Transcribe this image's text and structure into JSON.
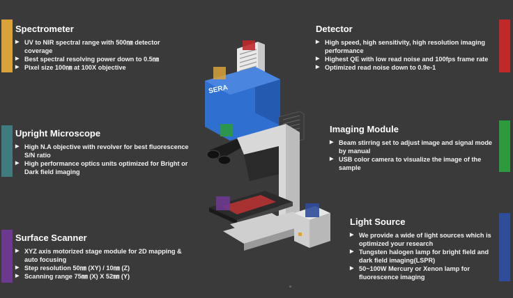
{
  "sections": {
    "spectrometer": {
      "title": "Spectrometer",
      "color": "#d9a33a",
      "items": [
        "UV to NIR spectral range with 500㎚ detector coverage",
        "Best spectral resolving power down to 0.5㎚",
        "Pixel size 100㎚ at 100X objective"
      ]
    },
    "detector": {
      "title": "Detector",
      "color": "#c0282a",
      "items": [
        "High speed, high sensitivity, high resolution imaging performance",
        "Highest QE with low read noise and 100fps frame rate",
        "Optimized read noise down to 0.9e-1"
      ]
    },
    "upright": {
      "title": "Upright Microscope",
      "color": "#3f7c80",
      "items": [
        "High N.A objective with revolver for best fluorescence S/N ratio",
        "High performance optics units optimized for Bright or Dark field imaging"
      ]
    },
    "imaging": {
      "title": "Imaging Module",
      "color": "#2e9a3e",
      "items": [
        "Beam stirring set to adjust image and signal mode by manual",
        "USB color camera to visualize the image of the sample"
      ]
    },
    "scanner": {
      "title": "Surface Scanner",
      "color": "#6b3a8f",
      "items": [
        "XYZ axis motorized stage module for 2D mapping & auto focusing",
        "Step resolution 50㎚ (XY) / 10㎚ (Z)",
        "Scanning range 75㎜ (X) X 52㎜ (Y)"
      ]
    },
    "light": {
      "title": "Light Source",
      "color": "#2f4d9a",
      "items": [
        "We provide a wide of light sources which is optimized your research",
        "Tungsten halogen lamp for bright field and dark field imaging(LSPR)",
        "50~100W Mercury or Xenon lamp for fluorescence imaging"
      ]
    }
  },
  "instrument": {
    "brand_label": "SERA",
    "body_color": "#2f6fd0"
  }
}
